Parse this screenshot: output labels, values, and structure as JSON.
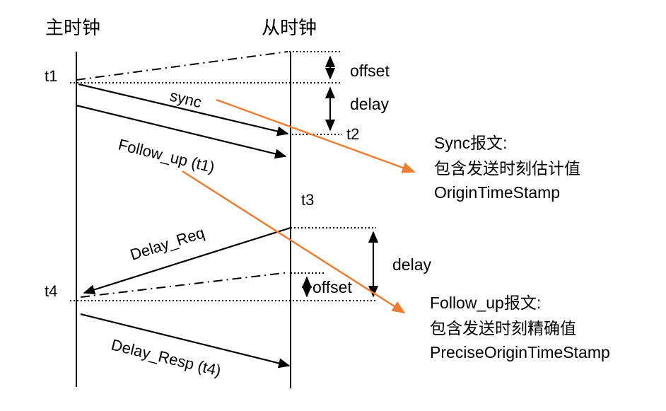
{
  "diagram": {
    "clocks": {
      "master": "主时钟",
      "slave": "从时钟"
    },
    "timestamps": {
      "t1": "t1",
      "t2": "t2",
      "t3": "t3",
      "t4": "t4"
    },
    "messages": {
      "sync": "sync",
      "follow_up": "Follow_up (t1)",
      "delay_req": "Delay_Req",
      "delay_resp": "Delay_Resp (t4)"
    },
    "intervals": {
      "offset_top": "offset",
      "delay_top": "delay",
      "delay_bottom": "delay",
      "offset_bottom": "offset"
    },
    "annotations": {
      "sync_note": {
        "title": "Sync报文:",
        "desc": "包含发送时刻估计值",
        "field": "OriginTimeStamp"
      },
      "follow_up_note": {
        "title": "Follow_up报文:",
        "desc": "包含发送时刻精确值",
        "field": "PreciseOriginTimeStamp"
      }
    },
    "colors": {
      "ink": "#000000",
      "accent_orange": "#ED7D31",
      "background": "#FFFFFF"
    }
  }
}
